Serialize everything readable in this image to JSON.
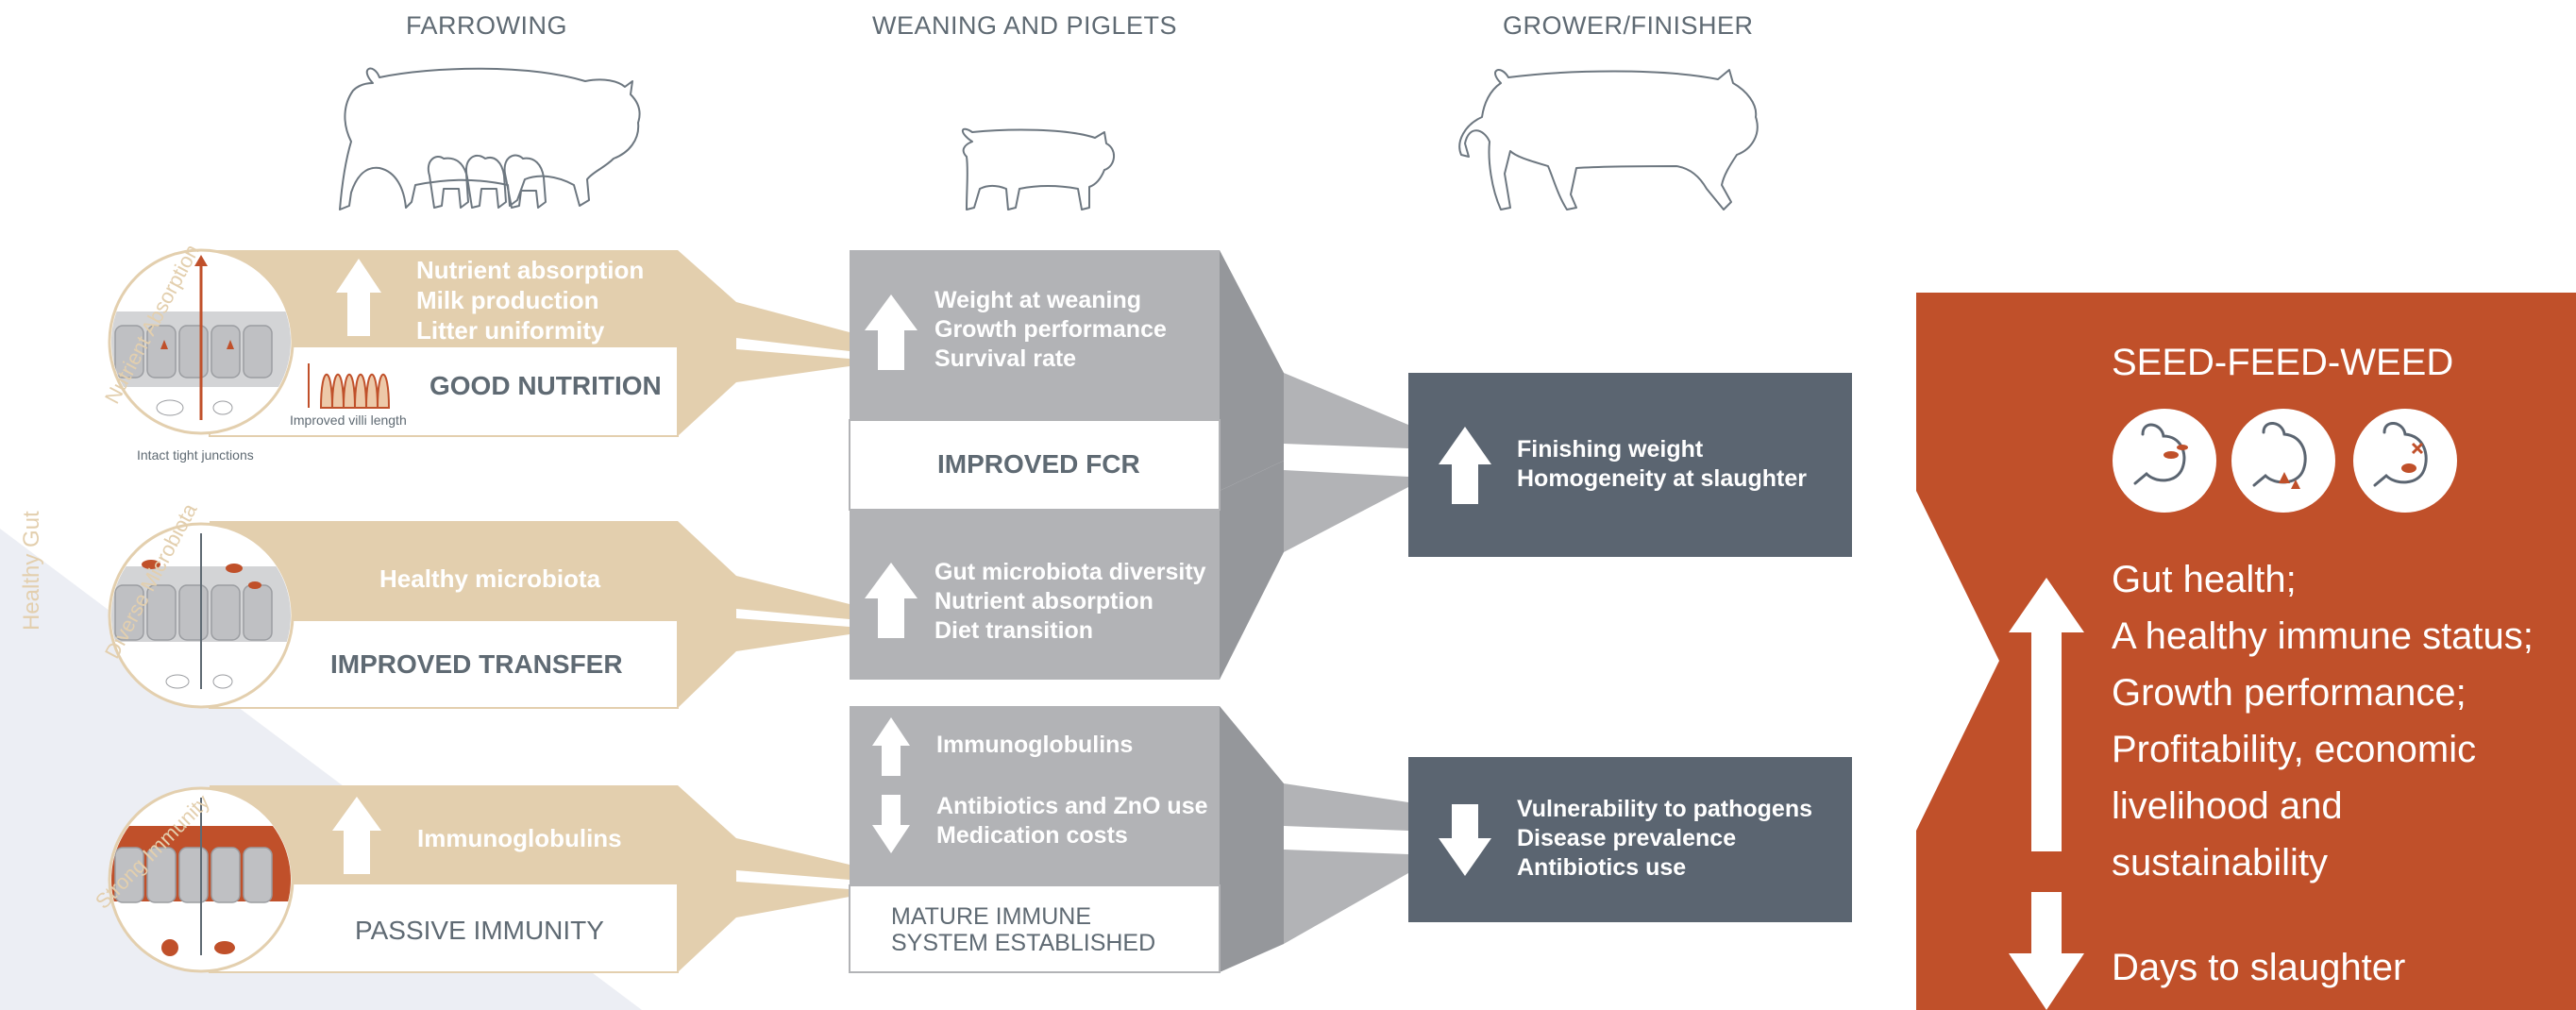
{
  "stages": {
    "farrowing": "FARROWING",
    "weaning": "WEANING AND PIGLETS",
    "grower": "GROWER/FINISHER"
  },
  "side_labels": {
    "healthy_gut": "Healthy Gut",
    "nutrient_absorption": "Nutrient Absorption",
    "diverse_microbiota": "Diverse Microbiota",
    "strong_immunity": "Strong Immunity"
  },
  "row1": {
    "lines": [
      "Nutrient absorption",
      "Milk production",
      "Litter uniformity"
    ],
    "label": "GOOD NUTRITION",
    "villi_caption": "Improved villi length",
    "junction_caption": "Intact tight junctions"
  },
  "row2": {
    "line": "Healthy microbiota",
    "label": "IMPROVED TRANSFER"
  },
  "row3": {
    "line": "Immunoglobulins",
    "label": "PASSIVE IMMUNITY"
  },
  "weaning": {
    "box1_lines": [
      "Weight at weaning",
      "Growth performance",
      "Survival rate"
    ],
    "fcr_label": "IMPROVED FCR",
    "box2_lines": [
      "Gut microbiota diversity",
      "Nutrient absorption",
      "Diet transition"
    ],
    "box3_up": "Immunoglobulins",
    "box3_down_lines": [
      "Antibiotics and ZnO use",
      "Medication costs"
    ],
    "mature_lines": [
      "MATURE IMMUNE",
      "SYSTEM ESTABLISHED"
    ]
  },
  "finisher": {
    "box1_lines": [
      "Finishing weight",
      "Homogeneity at slaughter"
    ],
    "box2_lines": [
      "Vulnerability to pathogens",
      "Disease prevalence",
      "Antibiotics use"
    ]
  },
  "sfw": {
    "title": "SEED-FEED-WEED",
    "icons": [
      "gut-seed-icon",
      "gut-feed-icon",
      "gut-weed-icon"
    ],
    "up_lines": [
      "Gut health;",
      "A healthy immune status;",
      "Growth performance;",
      "Profitability, economic",
      "livelihood and",
      "sustainability"
    ],
    "down_line": "Days to slaughter"
  },
  "colors": {
    "beige": "#e3cfae",
    "grey": "#b2b3b6",
    "dark_grey": "#95979b",
    "slate": "#5b6571",
    "orange": "#c0502a",
    "text": "#5f6a73"
  }
}
